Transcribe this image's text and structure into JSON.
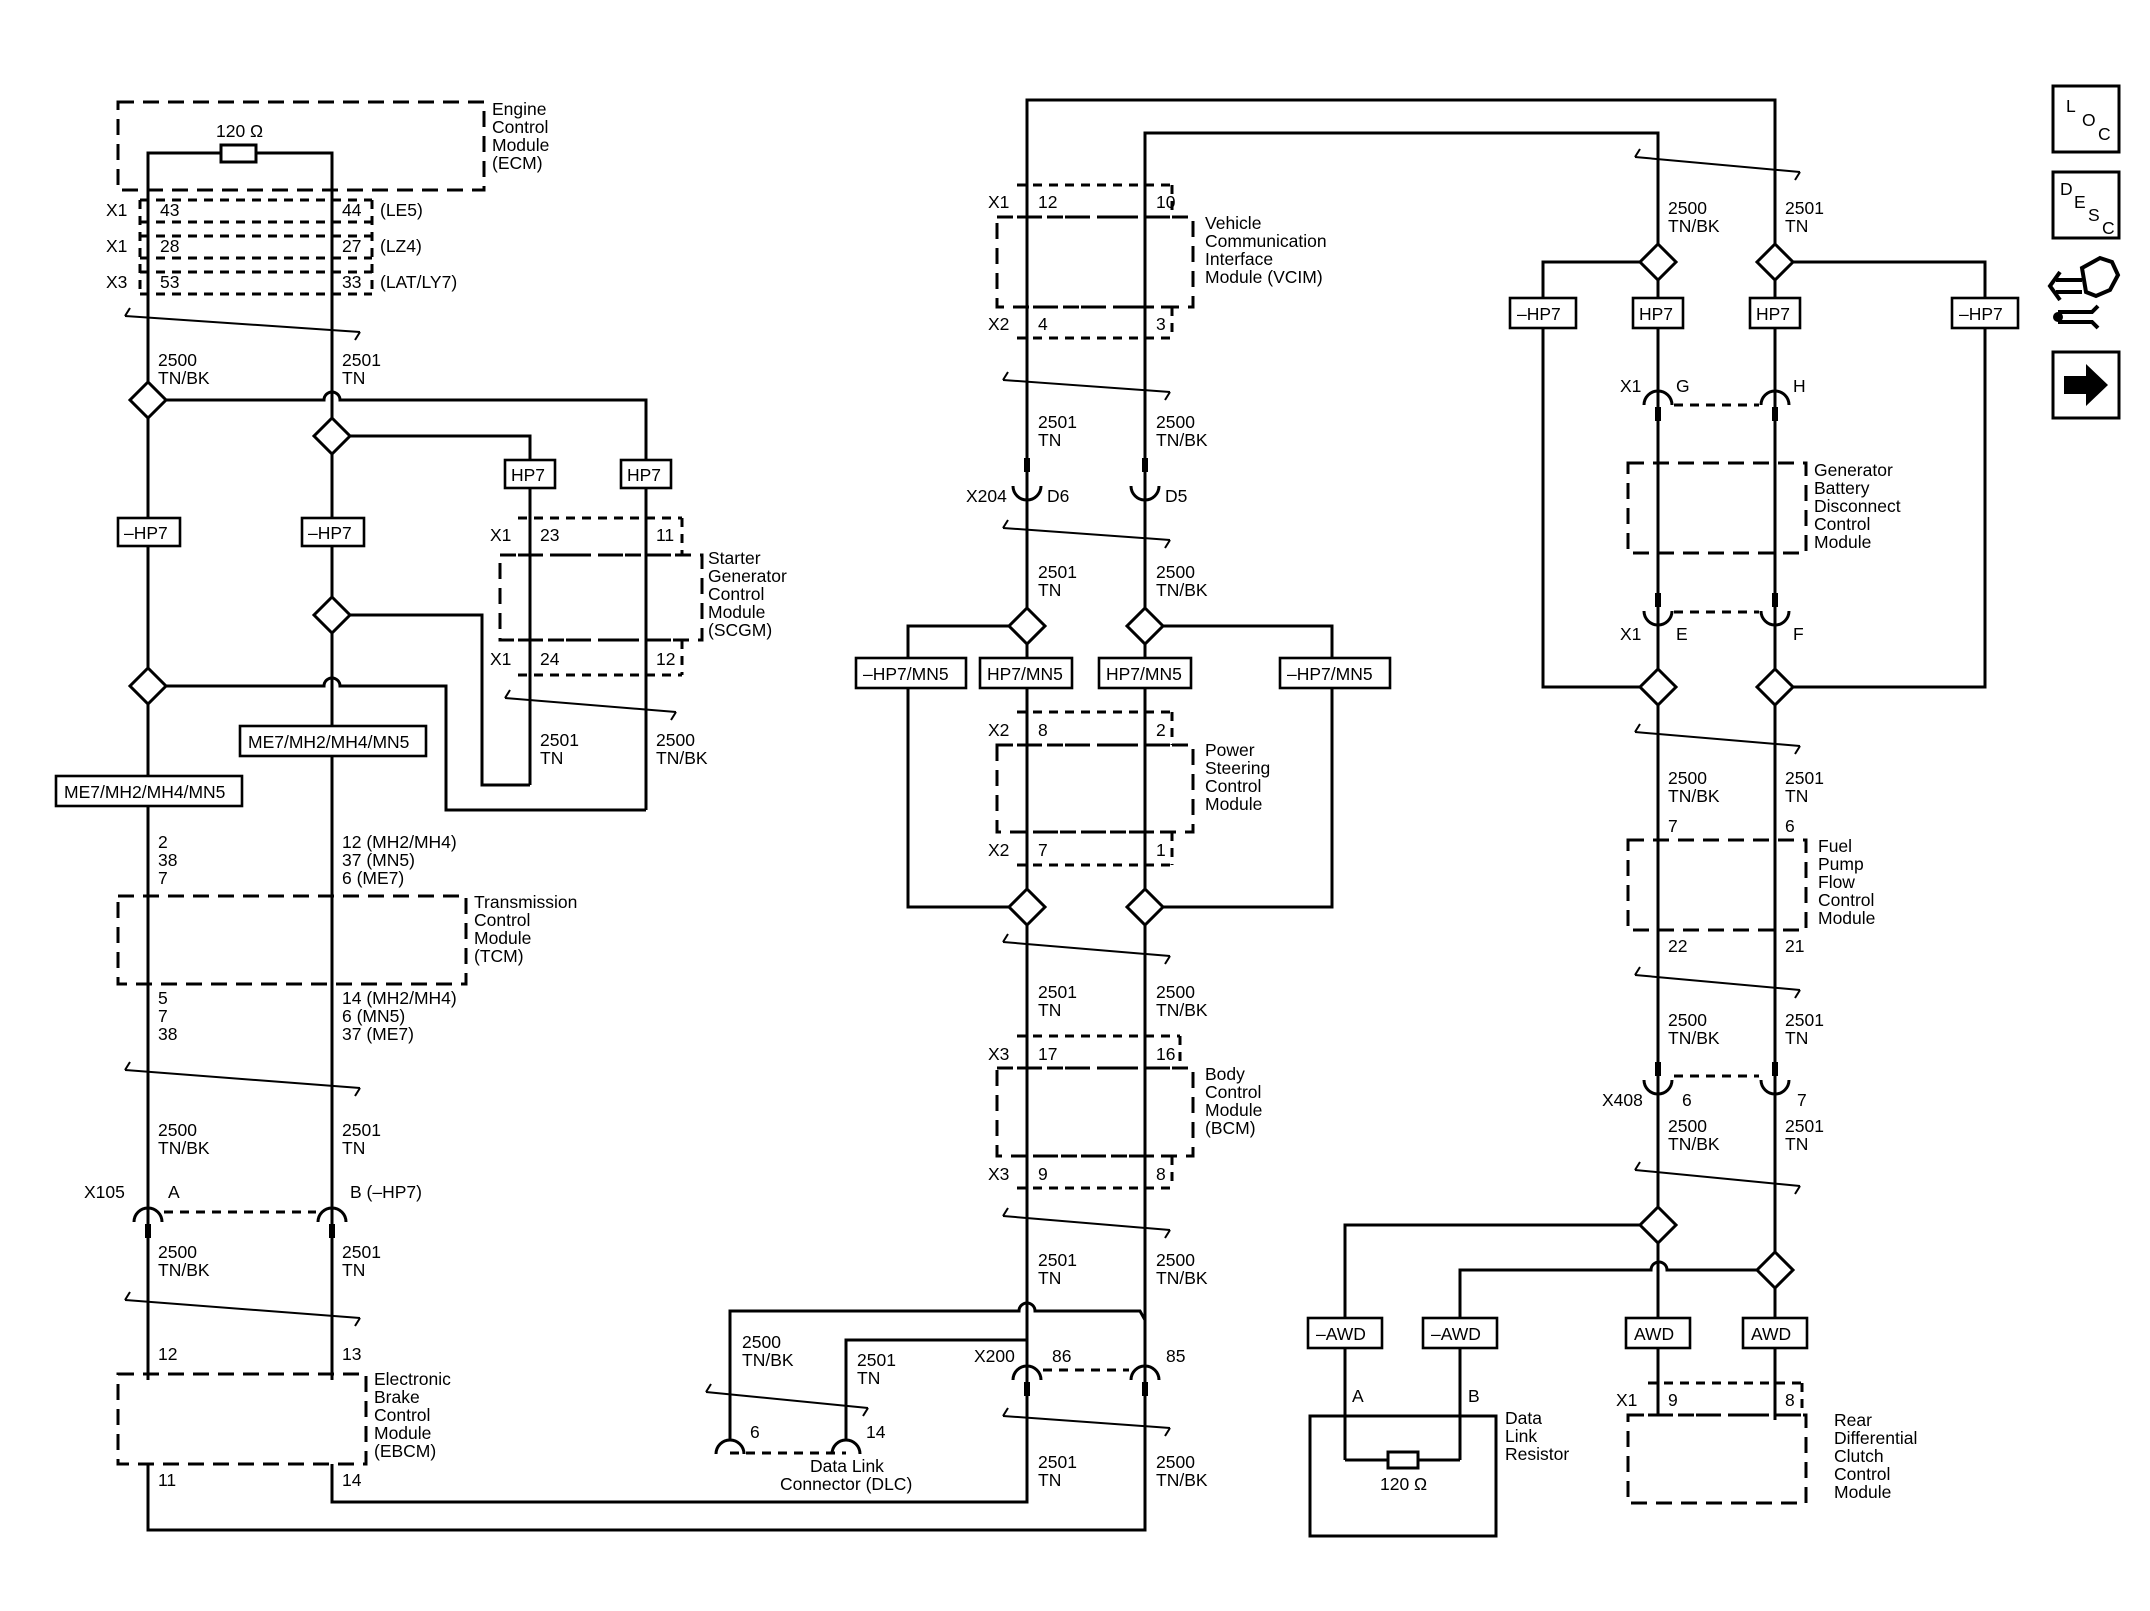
{
  "modules": {
    "ecm": [
      "Engine",
      "Control",
      "Module",
      "(ECM)"
    ],
    "scgm": [
      "Starter",
      "Generator",
      "Control",
      "Module",
      "(SCGM)"
    ],
    "tcm": [
      "Transmission",
      "Control",
      "Module",
      "(TCM)"
    ],
    "ebcm": [
      "Electronic",
      "Brake",
      "Control",
      "Module",
      "(EBCM)"
    ],
    "vcim": [
      "Vehicle",
      "Communication",
      "Interface",
      "Module (VCIM)"
    ],
    "pscm": [
      "Power",
      "Steering",
      "Control",
      "Module"
    ],
    "bcm": [
      "Body",
      "Control",
      "Module",
      "(BCM)"
    ],
    "gbdcm": [
      "Generator",
      "Battery",
      "Disconnect",
      "Control",
      "Module"
    ],
    "fpfcm": [
      "Fuel",
      "Pump",
      "Flow",
      "Control",
      "Module"
    ],
    "rdccm": [
      "Rear",
      "Differential",
      "Clutch",
      "Control",
      "Module"
    ],
    "dlc": [
      "Data Link",
      "Connector (DLC)"
    ],
    "dlr": [
      "Data",
      "Link",
      "Resistor"
    ]
  },
  "resistors": {
    "ecm": "120 Ω",
    "dlr": "120 Ω"
  },
  "connectors": {
    "x1": "X1",
    "x2": "X2",
    "x3": "X3",
    "x105": "X105",
    "x204": "X204",
    "x200": "X200",
    "x408": "X408"
  },
  "options": {
    "hp7": "HP7",
    "not_hp7": "–HP7",
    "hp7mn5": "HP7/MN5",
    "not_hp7mn5": "–HP7/MN5",
    "me7": "ME7/MH2/MH4/MN5",
    "awd": "AWD",
    "not_awd": "–AWD"
  },
  "circuits": {
    "c2500": "2500",
    "c2501": "2501",
    "tnbk": "TN/BK",
    "tn": "TN"
  },
  "ecm_pins": [
    {
      "conn": "X1",
      "a": "43",
      "b": "44",
      "variant": "(LE5)"
    },
    {
      "conn": "X1",
      "a": "28",
      "b": "27",
      "variant": "(LZ4)"
    },
    {
      "conn": "X3",
      "a": "53",
      "b": "33",
      "variant": "(LAT/LY7)"
    }
  ],
  "pins": {
    "scgm_23": "23",
    "scgm_11": "11",
    "scgm_24": "24",
    "scgm_12": "12",
    "tcm_top_left": [
      "2",
      "38",
      "7"
    ],
    "tcm_top_right": [
      "12 (MH2/MH4)",
      "37 (MN5)",
      "6 (ME7)"
    ],
    "tcm_bottom_left": [
      "5",
      "7",
      "38"
    ],
    "tcm_bottom_right": [
      "14 (MH2/MH4)",
      "6 (MN5)",
      "37 (ME7)"
    ],
    "x105_a": "A",
    "x105_b": "B (–HP7)",
    "ebcm_12": "12",
    "ebcm_13": "13",
    "ebcm_11": "11",
    "ebcm_14": "14",
    "vcim_12": "12",
    "vcim_10": "10",
    "vcim_4": "4",
    "vcim_3": "3",
    "x204_d6": "D6",
    "x204_d5": "D5",
    "pscm_8": "8",
    "pscm_2": "2",
    "pscm_7": "7",
    "pscm_1": "1",
    "bcm_17": "17",
    "bcm_16": "16",
    "bcm_9": "9",
    "bcm_8": "8",
    "x200_86": "86",
    "x200_85": "85",
    "dlc_6": "6",
    "dlc_14": "14",
    "gbdcm_g": "G",
    "gbdcm_h": "H",
    "gbdcm_e": "E",
    "gbdcm_f": "F",
    "fpfcm_7": "7",
    "fpfcm_6": "6",
    "fpfcm_22": "22",
    "fpfcm_21": "21",
    "x408_6": "6",
    "x408_7": "7",
    "dlr_a": "A",
    "dlr_b": "B",
    "rdccm_9": "9",
    "rdccm_8": "8"
  },
  "nav": {
    "loc": [
      "L",
      "O",
      "C"
    ],
    "desc": [
      "D",
      "E",
      "S",
      "C"
    ]
  },
  "icons": [
    "loc-icon",
    "desc-icon",
    "connector-hand-icon",
    "next-arrow-icon"
  ]
}
